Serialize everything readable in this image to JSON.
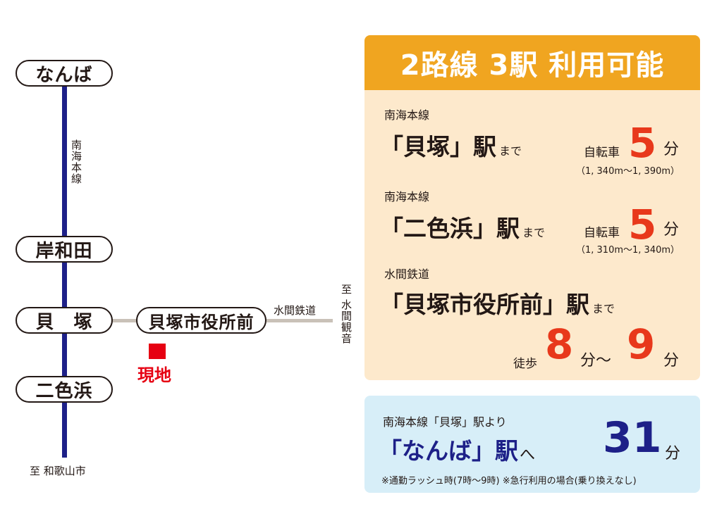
{
  "map": {
    "stations": {
      "namba": "なんば",
      "kishiwada": "岸和田",
      "kaizuka": "貝　塚",
      "nishikinohama": "二色浜",
      "shiyakushomae": "貝塚市役所前"
    },
    "line_nankai_vertical": "南海本線",
    "line_mizuma": "水間鉄道",
    "to_mizuma_vertical": "至 水間観音",
    "to_wakayama": "至 和歌山市",
    "site_label": "現地"
  },
  "panel": {
    "title": "2路線 3駅 利用可能",
    "route1": {
      "line": "南海本線",
      "dest": "「貝塚」駅",
      "made": "まで",
      "mode": "自転車",
      "minutes": "5",
      "unit": "分",
      "range": "（1, 340m〜1, 390m）"
    },
    "route2": {
      "line": "南海本線",
      "dest": "「二色浜」駅",
      "made": "まで",
      "mode": "自転車",
      "minutes": "5",
      "unit": "分",
      "range": "（1, 310m〜1, 340m）"
    },
    "route3": {
      "line": "水間鉄道",
      "dest": "「貝塚市役所前」駅",
      "made": "まで",
      "mode": "徒歩",
      "min_from": "8",
      "sep": "分〜",
      "min_to": "9",
      "unit": "分"
    }
  },
  "access": {
    "from": "南海本線「貝塚」駅より",
    "dest": "「なんば」駅",
    "to": "へ",
    "minutes": "31",
    "unit": "分",
    "note": "※通勤ラッシュ時(7時〜9時) ※急行利用の場合(乗り換えなし)"
  },
  "colors": {
    "rail_nankai": "#1d2088",
    "rail_mizuma": "#c9c1b8",
    "header_orange": "#f0a520",
    "panel_orange": "#fde9cc",
    "panel_blue": "#d7eef8",
    "accent_red": "#e8381b",
    "site_red": "#e60012"
  }
}
